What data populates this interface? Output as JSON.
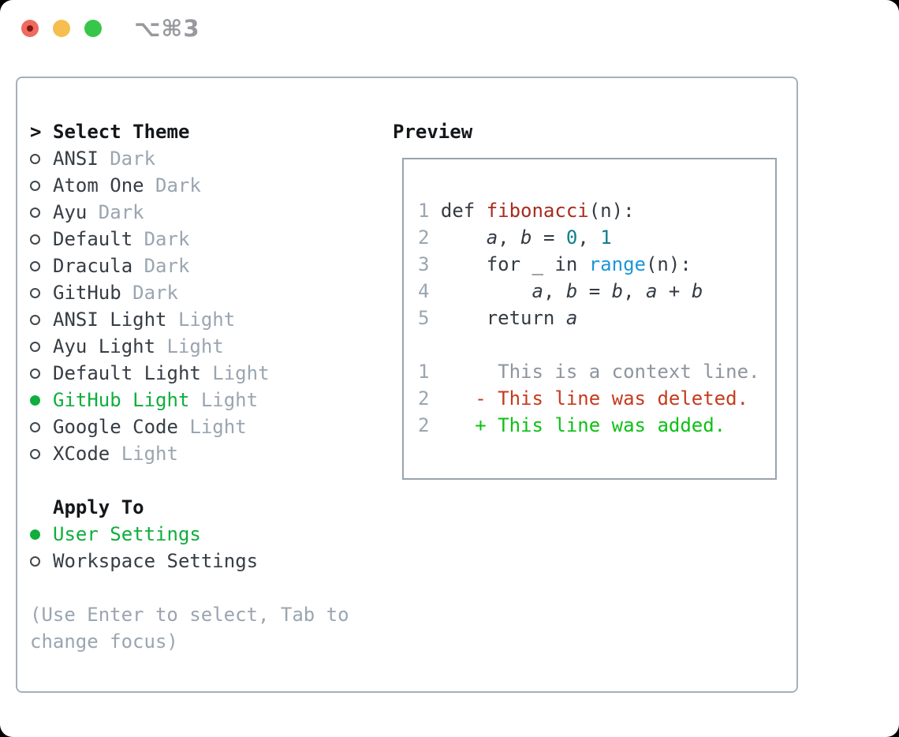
{
  "titlebar": {
    "shortcut": "⌥⌘3"
  },
  "select_theme": {
    "prompt": ">",
    "title": "Select Theme",
    "themes": [
      {
        "name": "ANSI",
        "variant": "Dark",
        "selected": false
      },
      {
        "name": "Atom One",
        "variant": "Dark",
        "selected": false
      },
      {
        "name": "Ayu",
        "variant": "Dark",
        "selected": false
      },
      {
        "name": "Default",
        "variant": "Dark",
        "selected": false
      },
      {
        "name": "Dracula",
        "variant": "Dark",
        "selected": false
      },
      {
        "name": "GitHub",
        "variant": "Dark",
        "selected": false
      },
      {
        "name": "ANSI Light",
        "variant": "Light",
        "selected": false
      },
      {
        "name": "Ayu Light",
        "variant": "Light",
        "selected": false
      },
      {
        "name": "Default Light",
        "variant": "Light",
        "selected": false
      },
      {
        "name": "GitHub Light",
        "variant": "Light",
        "selected": true
      },
      {
        "name": "Google Code",
        "variant": "Light",
        "selected": false
      },
      {
        "name": "XCode",
        "variant": "Light",
        "selected": false
      }
    ]
  },
  "apply_to": {
    "title": "Apply To",
    "options": [
      {
        "label": "User Settings",
        "selected": true
      },
      {
        "label": "Workspace Settings",
        "selected": false
      }
    ]
  },
  "hint": {
    "lines": [
      "(Use Enter to select, Tab to",
      "change focus)"
    ]
  },
  "preview": {
    "title": "Preview",
    "code_lines": [
      {
        "num": "1",
        "segments": [
          {
            "text": "def ",
            "style": "code"
          },
          {
            "text": "fibonacci",
            "style": "function"
          },
          {
            "text": "(n):",
            "style": "code"
          }
        ]
      },
      {
        "num": "2",
        "segments": [
          {
            "text": "    ",
            "style": "code"
          },
          {
            "text": "a",
            "style": "variable"
          },
          {
            "text": ", ",
            "style": "code"
          },
          {
            "text": "b",
            "style": "variable"
          },
          {
            "text": " = ",
            "style": "code"
          },
          {
            "text": "0",
            "style": "number"
          },
          {
            "text": ", ",
            "style": "code"
          },
          {
            "text": "1",
            "style": "number"
          }
        ]
      },
      {
        "num": "3",
        "segments": [
          {
            "text": "    for _ in ",
            "style": "code"
          },
          {
            "text": "range",
            "style": "call"
          },
          {
            "text": "(n):",
            "style": "code"
          }
        ]
      },
      {
        "num": "4",
        "segments": [
          {
            "text": "        ",
            "style": "code"
          },
          {
            "text": "a",
            "style": "variable"
          },
          {
            "text": ", ",
            "style": "code"
          },
          {
            "text": "b",
            "style": "variable"
          },
          {
            "text": " = ",
            "style": "code"
          },
          {
            "text": "b",
            "style": "variable"
          },
          {
            "text": ", ",
            "style": "code"
          },
          {
            "text": "a",
            "style": "variable"
          },
          {
            "text": " + ",
            "style": "code"
          },
          {
            "text": "b",
            "style": "variable"
          }
        ]
      },
      {
        "num": "5",
        "segments": [
          {
            "text": "    return ",
            "style": "code"
          },
          {
            "text": "a",
            "style": "variable"
          }
        ]
      },
      {
        "num": "",
        "segments": []
      },
      {
        "num": "1",
        "segments": [
          {
            "text": "     This is a context line.",
            "style": "context"
          }
        ]
      },
      {
        "num": "2",
        "segments": [
          {
            "text": "   ",
            "style": "code"
          },
          {
            "text": "- This line was deleted.",
            "style": "deleted"
          }
        ]
      },
      {
        "num": "2",
        "segments": [
          {
            "text": "   ",
            "style": "code"
          },
          {
            "text": "+ This line was added.",
            "style": "added"
          }
        ]
      }
    ]
  },
  "colors": {
    "accent_green": "#0fae3e",
    "added_green": "#0cc115",
    "deleted_red": "#c53a1e",
    "function_red": "#a62c1d",
    "number_teal": "#0f7f8b",
    "call_blue": "#1b97d7",
    "code_dark": "#343b42",
    "muted_gray": "#9aa5b1",
    "traffic_red": "#ee6a5f",
    "traffic_yellow": "#f6bd4f",
    "traffic_green": "#37c649"
  }
}
